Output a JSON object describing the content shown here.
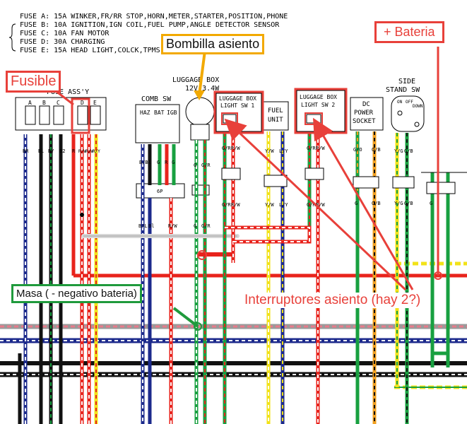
{
  "fuse_legend": [
    "FUSE A: 15A  WINKER,FR/RR STOP,HORN,METER,STARTER,POSITION,PHONE",
    "FUSE B: 10A  IGNITION,IGN COIL,FUEL PUMP,ANGLE DETECTOR SENSOR",
    "FUSE C: 10A  FAN MOTOR",
    "FUSE D: 30A  CHARGING",
    "FUSE E: 15A HEAD LIGHT,COLCK,TPMS"
  ],
  "components": {
    "fuse_assy": "FUSE ASS'Y",
    "fuse_letters": [
      "A",
      "B",
      "C",
      "D",
      "E"
    ],
    "comb_sw": "COMB SW",
    "comb_sw_cols": [
      "HAZ",
      "BAT",
      "IGB"
    ],
    "luggage_box_title": "LUGGAGE BOX",
    "luggage_box_rating": "12V 3.4W",
    "lbl_sw1": [
      "LUGGAGE BOX",
      "LIGHT SW 1"
    ],
    "lbl_sw2": [
      "LUGGAGE BOX",
      "LIGHT SW 2"
    ],
    "fuel_unit": [
      "FUEL",
      "UNIT"
    ],
    "dc_socket": [
      "DC",
      "POWER",
      "SOCKET"
    ],
    "side_stand_sw": [
      "SIDE",
      "STAND SW"
    ],
    "side_stand_marks": [
      "ON",
      "OFF",
      "DOWN"
    ],
    "connector_6p": "6P"
  },
  "wire_labels": {
    "fuse": [
      "BR",
      "Bl",
      "BY",
      "B2",
      "R",
      "R/W",
      "R/W",
      "R/Y"
    ],
    "comb": [
      "B/Bl",
      "G",
      "R",
      "G"
    ],
    "comb_lower": [
      "B/L",
      "Bl",
      "R/W"
    ],
    "bulb": [
      "G",
      "G/R"
    ],
    "bulb_lower": [
      "G",
      "G/R"
    ],
    "sw1": [
      "G/R",
      "R/W"
    ],
    "sw1_lower": [
      "G/R",
      "R/W"
    ],
    "fuel": [
      "Y/W",
      "L/Y"
    ],
    "fuel_lower": [
      "Y/W",
      "L/Y"
    ],
    "sw2": [
      "G/R",
      "R/W"
    ],
    "sw2_lower": [
      "G/R",
      "R/W"
    ],
    "dc": [
      "G/O",
      "O/B"
    ],
    "dc_lower": [
      "G",
      "O/B"
    ],
    "ss": [
      "Y/G",
      "G/B",
      "G"
    ],
    "ss_lower": [
      "Y/G",
      "G/B"
    ]
  },
  "annotations": {
    "fusible": "Fusible",
    "bombilla": "Bombilla asiento",
    "bateria": "+ Bateria",
    "masa": "Masa ( - negativo bateria)",
    "interruptores": "Interruptores asiento (hay 2?)"
  },
  "colors": {
    "annotation_red": "#e8403a",
    "annotation_green": "#1f9a3c",
    "annotation_yellow": "#f2a900",
    "wire_red": "#e8231c",
    "wire_green": "#18a040",
    "wire_yellow": "#f2e218",
    "wire_blue": "#1c2a8c"
  }
}
